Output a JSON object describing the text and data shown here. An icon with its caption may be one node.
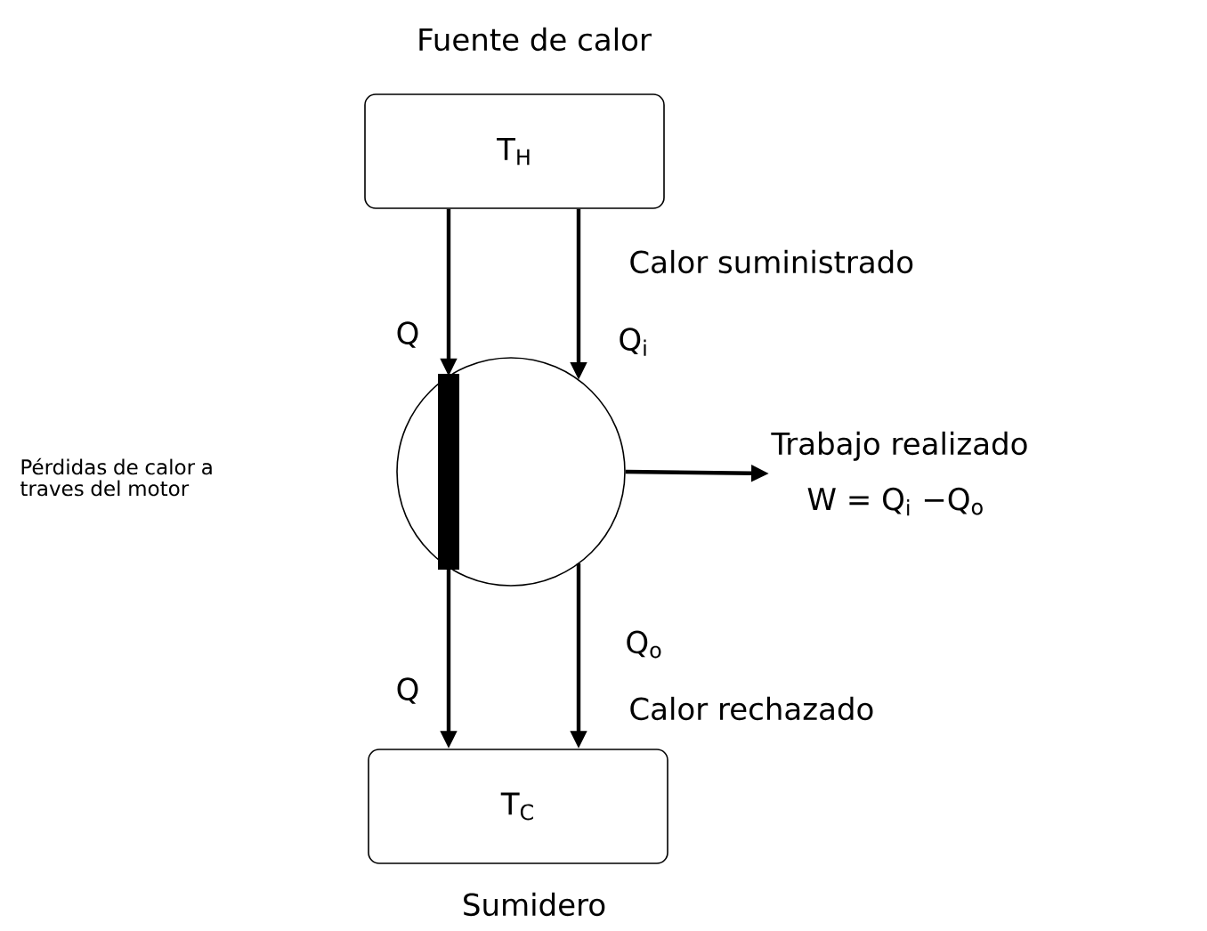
{
  "diagram": {
    "nodes": [
      {
        "text": [
          "T$_{H}$"
        ],
        "beside": [
          "Fuente de calor"
        ]
      },
      {
        "text": [],
        "shape": "circle"
      },
      {
        "text": [
          "T$_{C}$"
        ],
        "beside": [
          "Sumidero"
        ]
      },
      {
        "text": [
          "Trabajo realizado",
          "W = Q$_{i}$ −Q$_{o}$"
        ]
      }
    ],
    "edges": [
      {
        "from": 0,
        "to": 1,
        "arrow": "to",
        "label": "Q"
      },
      {
        "from": 0,
        "to": 1,
        "arrow": "to",
        "label": "Q$_{i}$"
      },
      {
        "from": 1,
        "to": 2,
        "arrow": "to",
        "label": "Q"
      },
      {
        "from": 1,
        "to": 2,
        "arrow": "to",
        "label": "Q$_{o}$"
      },
      {
        "from": 1,
        "to": 3,
        "arrow": "to"
      }
    ],
    "labels": [
      "Calor suministrado",
      "Pérdidas de calor a traves del motor",
      "Calor rechazado"
    ]
  }
}
